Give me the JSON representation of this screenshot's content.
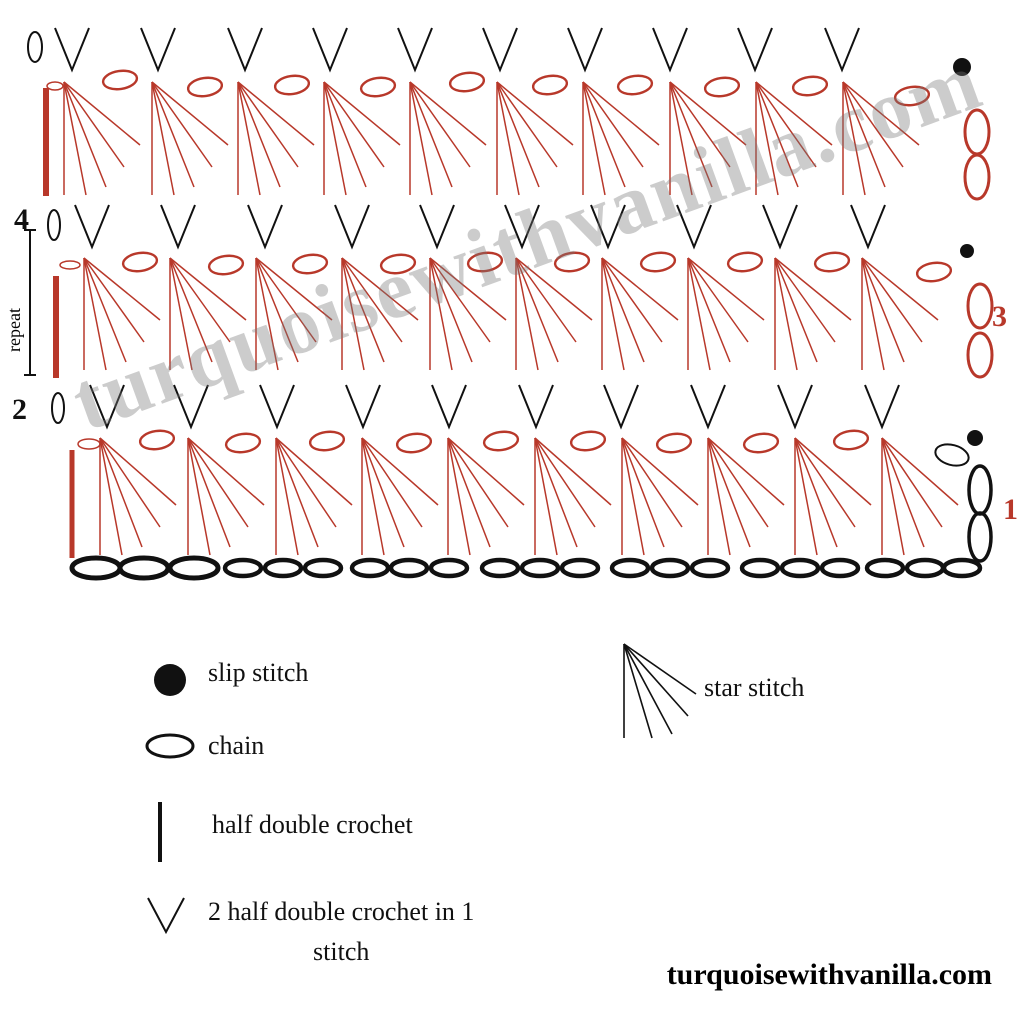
{
  "colors": {
    "black": "#111111",
    "red": "#b8382a",
    "watermark": "#7a7a7a"
  },
  "row_labels": {
    "row1": "1",
    "row2": "2",
    "row3": "3",
    "row4": "4"
  },
  "repeat_label": "repeat",
  "watermark_text": "turquoisewithvanilla.com",
  "legend": {
    "slip_stitch": "slip stitch",
    "chain": "chain",
    "half_double_crochet": "half double crochet",
    "two_hdc_line1": "2 half double crochet in 1",
    "two_hdc_line2": "stitch",
    "star_stitch": "star stitch"
  },
  "footer": "turquoisewithvanilla.com"
}
